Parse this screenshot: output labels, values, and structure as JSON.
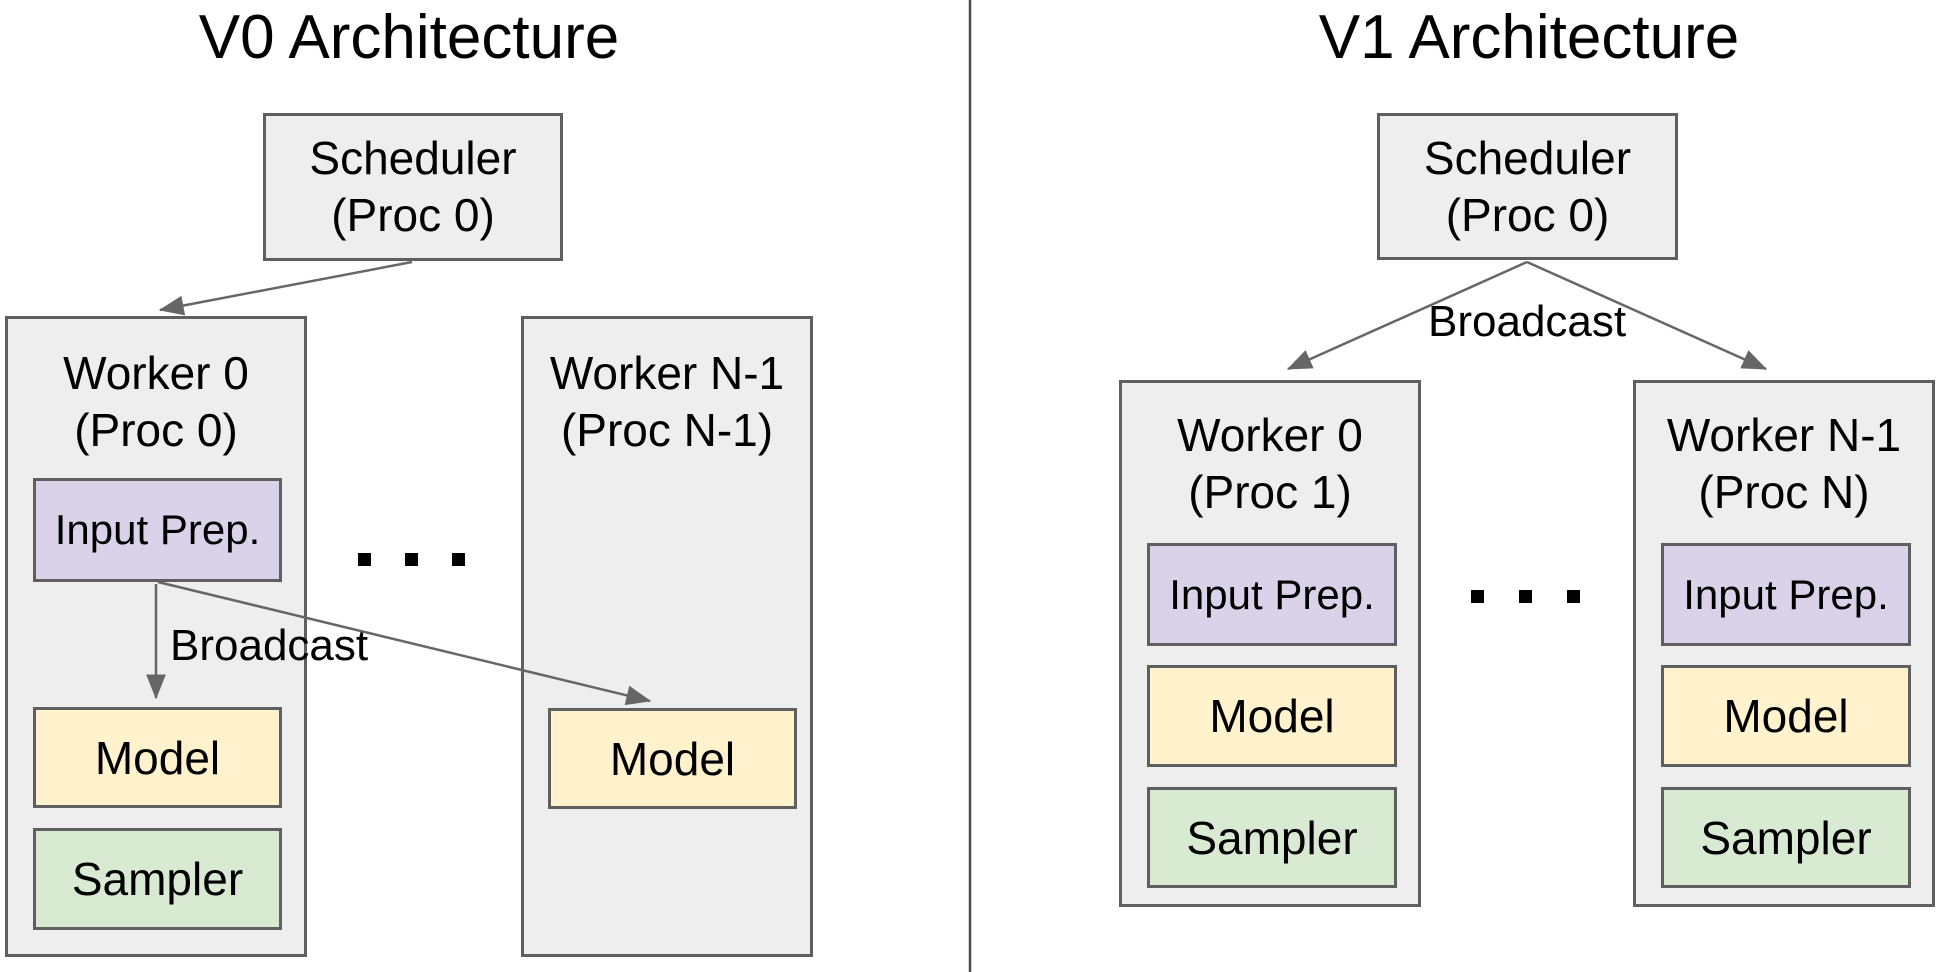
{
  "diagram": {
    "v0": {
      "title": "V0 Architecture",
      "scheduler": {
        "line1": "Scheduler",
        "line2": "(Proc 0)"
      },
      "worker0": {
        "line1": "Worker 0",
        "line2": "(Proc 0)",
        "input_prep": "Input Prep.",
        "model": "Model",
        "sampler": "Sampler"
      },
      "workerN": {
        "line1": "Worker N-1",
        "line2": "(Proc N-1)",
        "model": "Model"
      },
      "broadcast_label": "Broadcast",
      "ellipsis": "..."
    },
    "v1": {
      "title": "V1 Architecture",
      "scheduler": {
        "line1": "Scheduler",
        "line2": "(Proc 0)"
      },
      "broadcast_label": "Broadcast",
      "worker0": {
        "line1": "Worker 0",
        "line2": "(Proc 1)",
        "input_prep": "Input Prep.",
        "model": "Model",
        "sampler": "Sampler"
      },
      "workerN": {
        "line1": "Worker N-1",
        "line2": "(Proc N)",
        "input_prep": "Input Prep.",
        "model": "Model",
        "sampler": "Sampler"
      },
      "ellipsis": "..."
    },
    "colors": {
      "background": "#ffffff",
      "container_fill": "#eeeeee",
      "container_border": "#5f5f5f",
      "input_prep_fill": "#d9d2e9",
      "model_fill": "#fff2cc",
      "sampler_fill": "#d9ead3",
      "arrow": "#666666",
      "divider": "#4d4d4d",
      "text": "#000000"
    }
  }
}
